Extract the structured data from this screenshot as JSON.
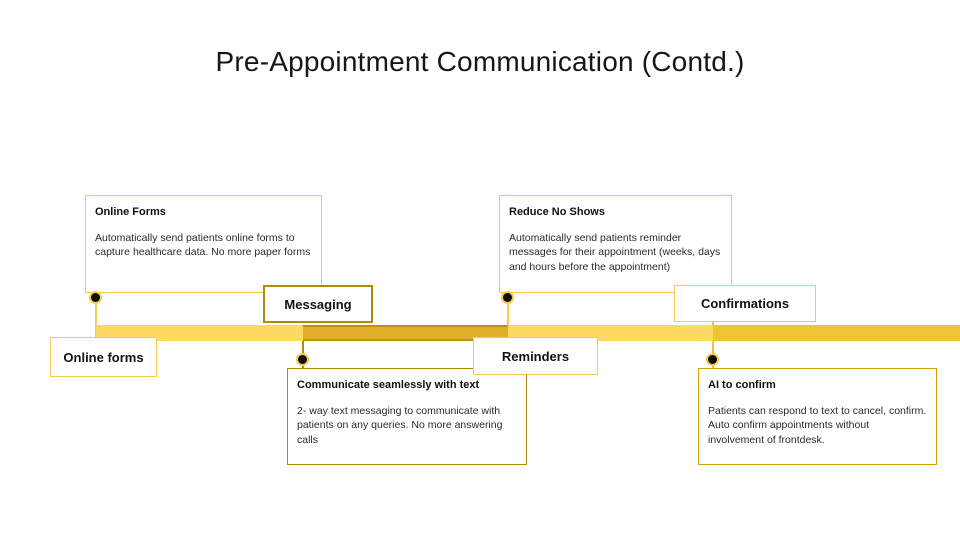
{
  "slide": {
    "title": "Pre-Appointment Communication (Contd.)"
  },
  "timeline": {
    "milestones": [
      {
        "label": "Online forms"
      },
      {
        "label": "Messaging"
      },
      {
        "label": "Reminders"
      },
      {
        "label": "Confirmations"
      }
    ],
    "segment_colors": [
      "#FBD964",
      "#E2AF2B",
      "#FBD964",
      "#EFC433"
    ]
  },
  "callouts": [
    {
      "title": "Online Forms",
      "body": "Automatically send patients online forms to capture healthcare data. No more paper forms"
    },
    {
      "title": "Reduce No Shows",
      "body": "Automatically send patients reminder messages for their appointment (weeks, days and hours before the appointment)"
    },
    {
      "title": "Communicate seamlessly with text",
      "body": "2- way text messaging to communicate with patients on any queries. No more answering calls"
    },
    {
      "title": "AI to confirm",
      "body": "Patients can respond to text to cancel, confirm. Auto confirm appointments without involvement of frontdesk."
    }
  ],
  "colors": {
    "accent_light": "#F2CB4E",
    "accent_dark": "#B18A0B",
    "accent_medium": "#D4A008",
    "bar_light": "#FBD964",
    "bar_dark": "#E2AF2B",
    "bar_medium": "#EFC433",
    "dot": "#0D0D0D"
  }
}
